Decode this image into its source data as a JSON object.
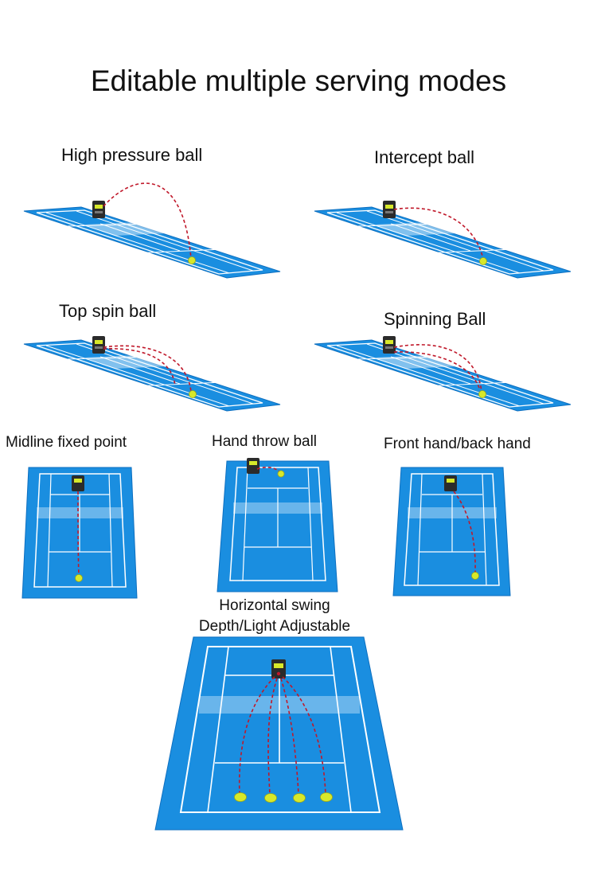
{
  "title": "Editable multiple serving modes",
  "colors": {
    "court": "#1a8ee0",
    "court_edge": "#0d6fc0",
    "line": "#ffffff",
    "trajectory": "#c0182a",
    "ball": "#d7e82a",
    "machine": "#2b2b2b"
  },
  "modes": {
    "high_pressure": "High pressure ball",
    "intercept": "Intercept ball",
    "top_spin": "Top spin ball",
    "spinning": "Spinning Ball",
    "midline_fixed": "Midline fixed point",
    "hand_throw": "Hand throw ball",
    "front_back_hand": "Front hand/back hand",
    "horizontal_swing_line1": "Horizontal swing",
    "horizontal_swing_line2": "Depth/Light Adjustable"
  }
}
